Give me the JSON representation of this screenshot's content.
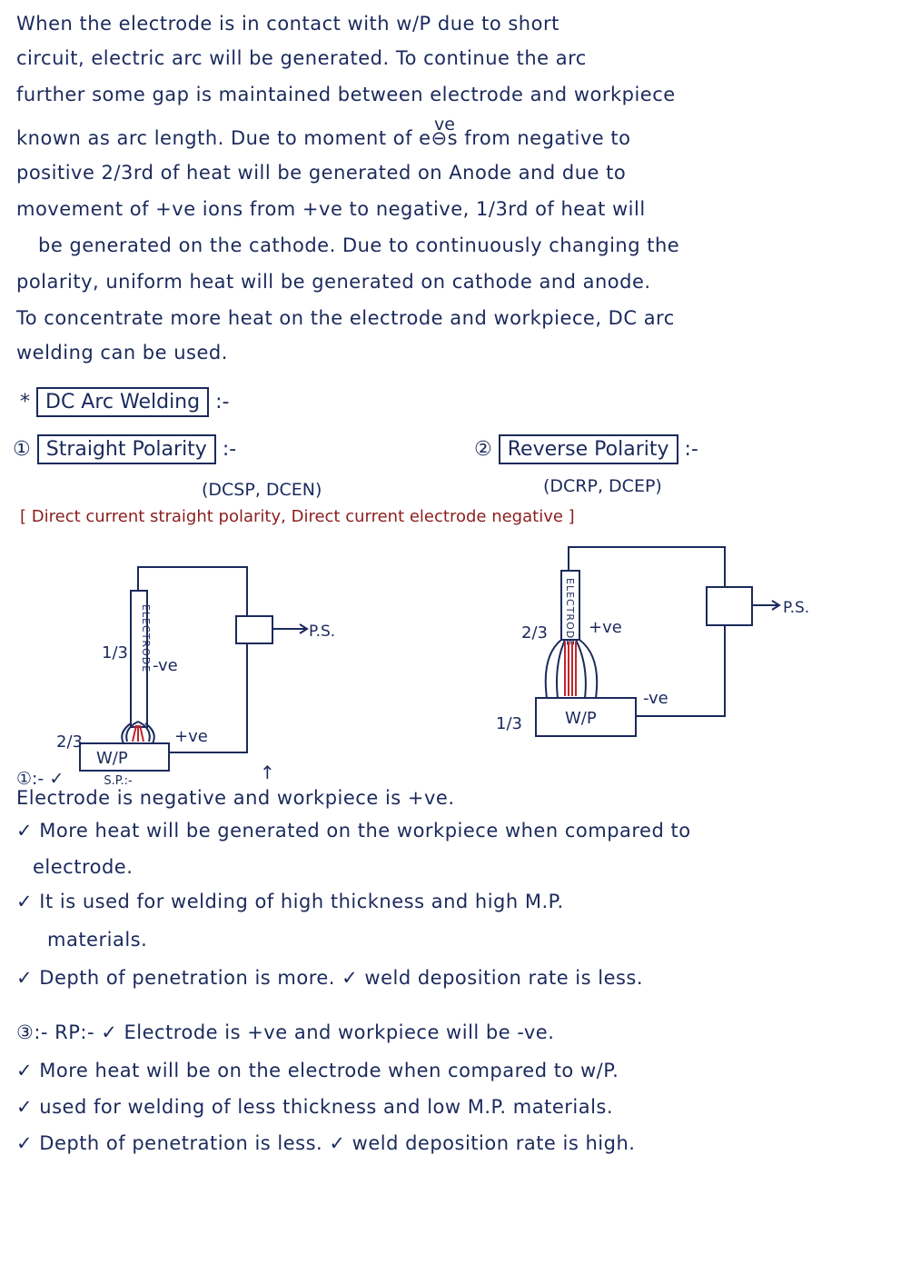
{
  "intro": {
    "lines": [
      "When the electrode is in contact with w/P due to short",
      "circuit, electric arc will be generated. To continue the arc",
      "further some gap is maintained between electrode and workpiece",
      "known as arc length. Due to moment of e⊖s from negative to",
      "positive 2/3rd of heat will be generated on Anode and due to",
      "movement of +ve ions from +ve to negative, 1/3rd of heat will",
      "be generated on the cathode. Due to continuously changing the",
      "polarity, uniform heat will be generated on cathode and anode.",
      "To concentrate more heat on the electrode and workpiece, DC arc",
      "welding can be used."
    ],
    "superscript_ve": "ve"
  },
  "section": {
    "star": "*",
    "title": "DC Arc Welding",
    "suffix": ":-"
  },
  "straight": {
    "number": "①",
    "title": "Straight Polarity",
    "suffix": ":-",
    "abbr": "(DCSP, DCEN)",
    "expansion_left": "Direct current straight polarity",
    "comma": ",",
    "expansion_right": "Direct current electrode negative"
  },
  "reverse": {
    "number": "②",
    "title": "Reverse Polarity",
    "suffix": ":-",
    "abbr": "(DCRP, DCEP)"
  },
  "diagram_sp": {
    "electrode_text": "ELECTRODE",
    "fraction_top": "1/3",
    "polarity_electrode": "-ve",
    "fraction_bottom": "2/3",
    "workpiece": "W/P",
    "polarity_workpiece": "+ve",
    "power_supply": "P.S."
  },
  "diagram_rp": {
    "electrode_text": "ELECTRODE",
    "fraction_top": "2/3",
    "polarity_electrode": "+ve",
    "polarity_workpiece": "-ve",
    "fraction_bottom": "1/3",
    "workpiece": "W/P",
    "power_supply": "P.S."
  },
  "sp_notes": {
    "label": "①:-",
    "check": "✓",
    "sp_tag": "S.P.:-",
    "arrow": "↑",
    "lines": [
      "Electrode is negative and workpiece is +ve.",
      "✓ More heat will be generated on the workpiece when compared to",
      "electrode.",
      "✓ It is used for welding of high thickness and high M.P.",
      "materials.",
      "✓ Depth of penetration is more. ✓ weld deposition rate is less."
    ]
  },
  "rp_notes": {
    "lines": [
      "③:- RP:- ✓ Electrode is +ve and workpiece will be -ve.",
      "✓ More heat will be on the electrode when compared to w/P.",
      "✓ used for welding of less thickness and low M.P. materials.",
      "✓ Depth of penetration is less. ✓ weld deposition rate is high."
    ]
  },
  "colors": {
    "ink": "#1b2a5c",
    "red_ink": "#8b1d1d",
    "arc_red": "#c0262b"
  }
}
